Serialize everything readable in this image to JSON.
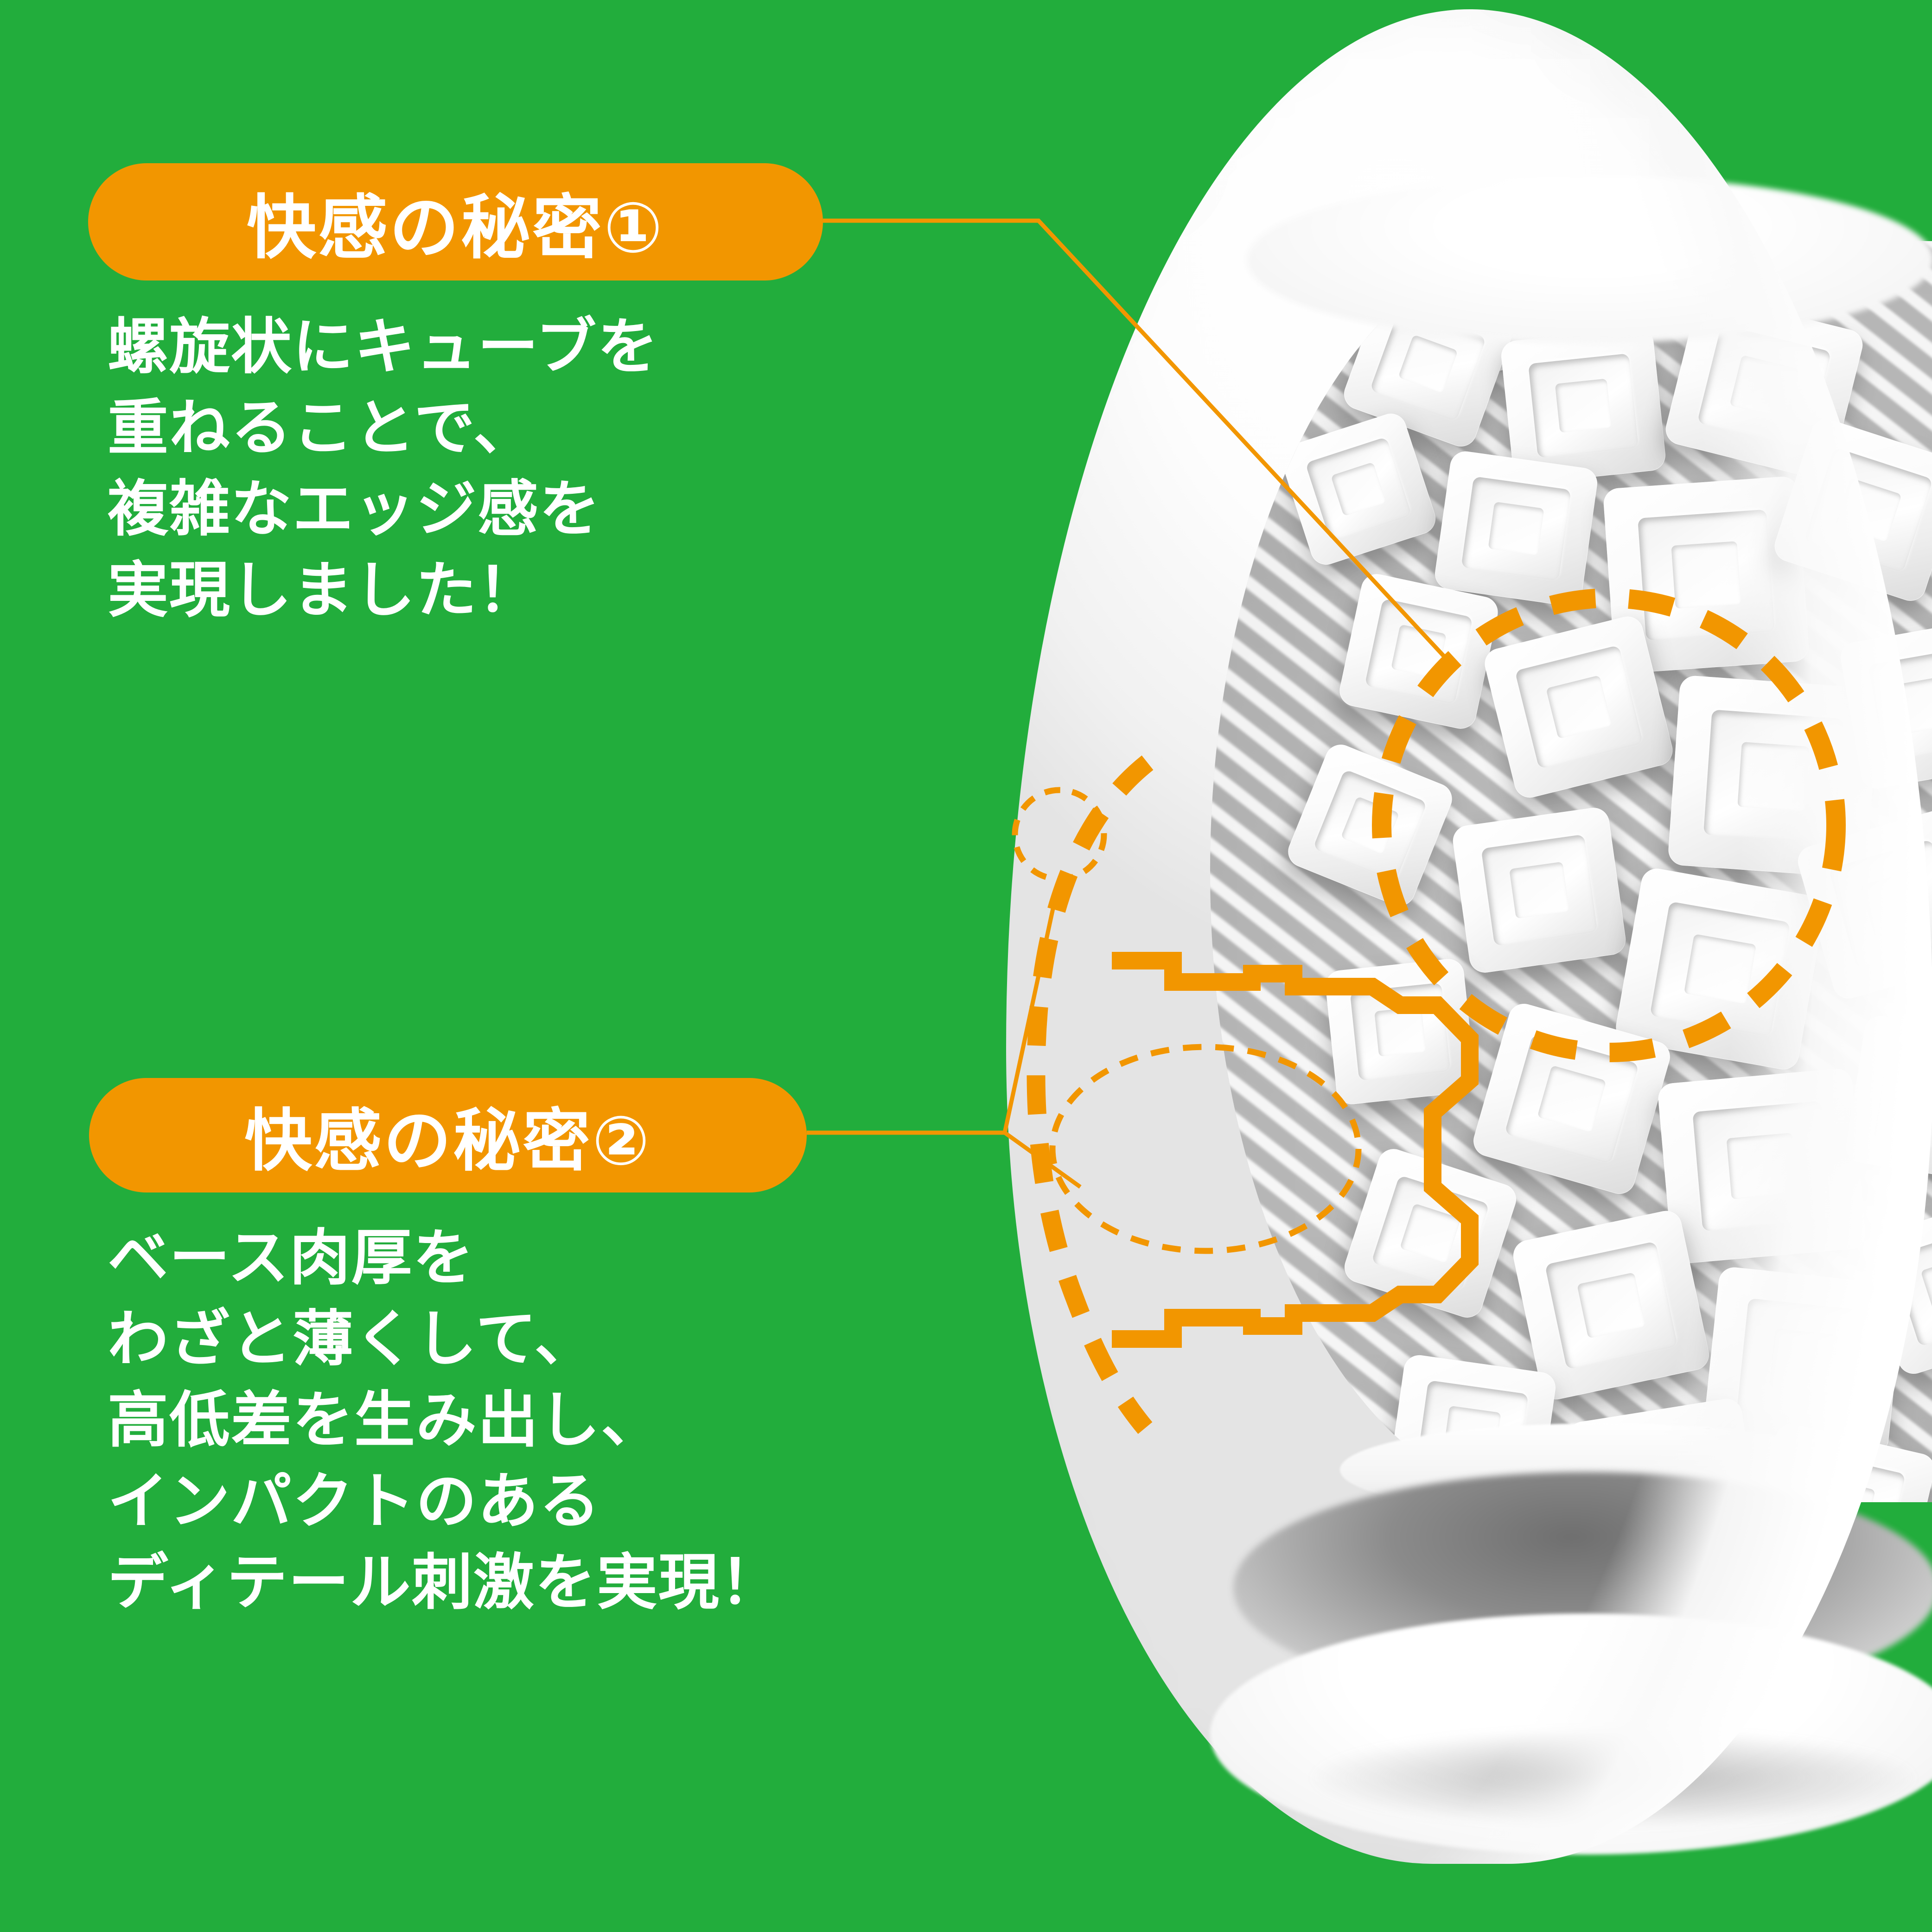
{
  "colors": {
    "background_green": "#22ad3c",
    "badge_orange": "#f29600",
    "annotation_orange": "#f29600",
    "text_white": "#ffffff",
    "product_white": "#ffffff",
    "product_shadow_gray": "#8b8b8b"
  },
  "sections": [
    {
      "badge": "快感の秘密①",
      "body_lines": [
        "螺旋状にキューブを",
        "重ねることで、",
        "複雑なエッジ感を",
        "実現しました！"
      ],
      "body_text": "螺旋状にキューブを\n重ねることで、\n複雑なエッジ感を\n実現しました！",
      "callout_target": "spiral-stacked-cubes-detail"
    },
    {
      "badge": "快感の秘密②",
      "body_lines": [
        "ベース肉厚を",
        "わざと薄くして、",
        "高低差を生み出し、",
        "インパクトのある",
        "ディテール刺激を実現！"
      ],
      "body_text": "ベース肉厚を\nわざと薄くして、\n高低差を生み出し、\nインパクトのある\nディテール刺激を実現！",
      "callout_target": "thin-base-cross-section"
    }
  ],
  "annotations": {
    "dashed_circle_cubes_label": "cube-edge-highlight-circle",
    "dashed_outline_wall_label": "egg-wall-dashed-outline",
    "solid_outline_base_label": "base-thickness-solid-outline",
    "small_dashed_circle_label": "wall-thickness-marker",
    "large_dashed_ellipse_label": "base-thickness-marker"
  },
  "product": {
    "name": "egg-shaped-sleeve-cutaway",
    "interior_texture": "stacked-cube-spiral"
  }
}
